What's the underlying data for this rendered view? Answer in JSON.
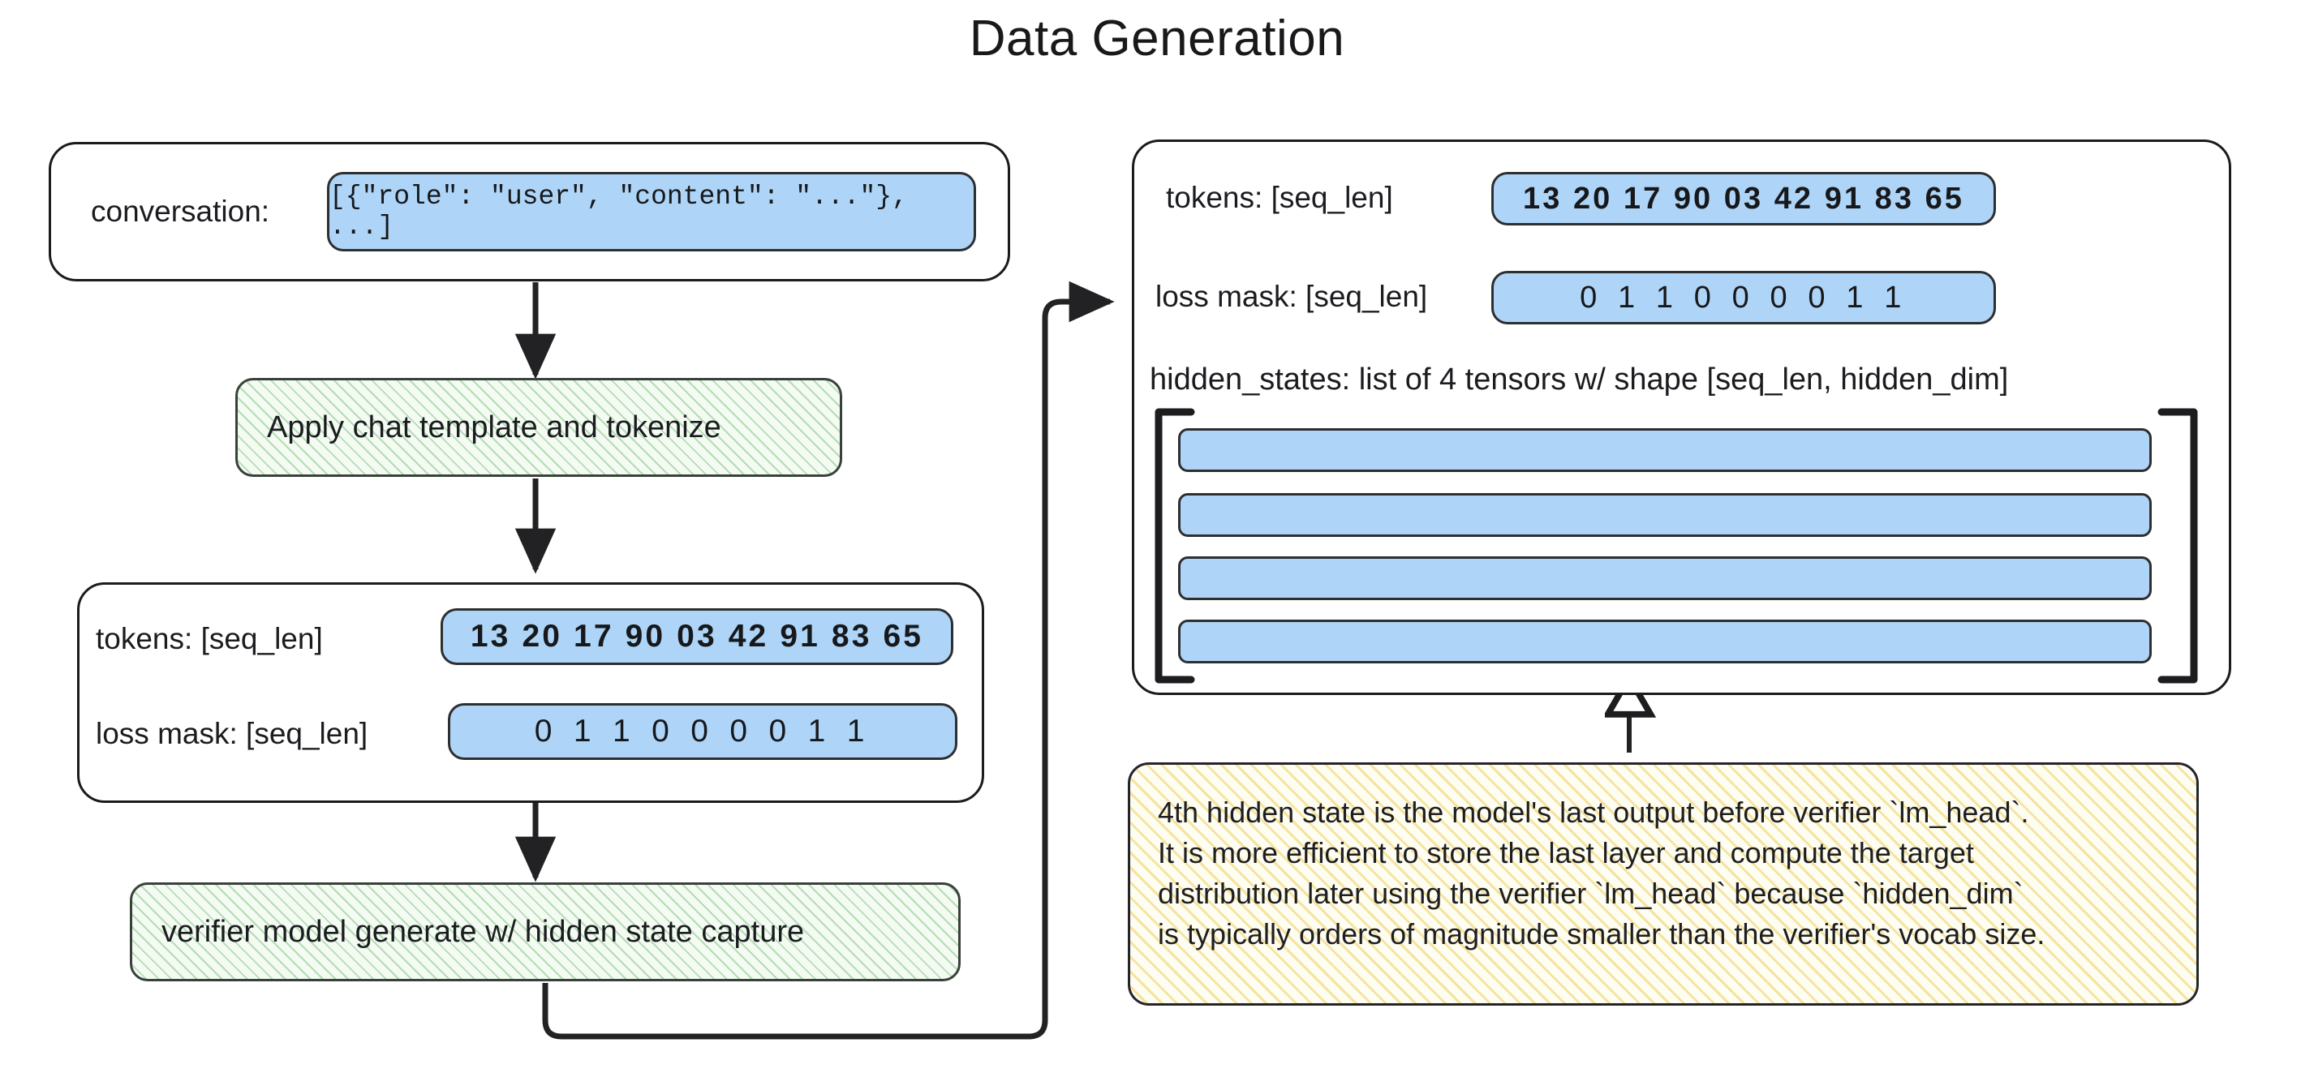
{
  "title": "Data Generation",
  "left_column": {
    "input_panel": {
      "label": "conversation:",
      "value": "[{\"role\": \"user\", \"content\": \"...\"}, ...]"
    },
    "process_1": {
      "label": "Apply chat template and tokenize"
    },
    "tokenized_panel": {
      "tokens_label": "tokens: [seq_len]",
      "tokens_value": "13 20 17 90 03 42 91 83 65",
      "loss_mask_label": "loss mask: [seq_len]",
      "loss_mask_value": "0  1  1  0  0  0  0  1  1"
    },
    "process_2": {
      "label": "verifier model generate w/ hidden state capture"
    }
  },
  "right_column": {
    "output_panel": {
      "tokens_label": "tokens: [seq_len]",
      "tokens_value": "13 20 17 90 03 42 91 83 65",
      "loss_mask_label": "loss mask: [seq_len]",
      "loss_mask_value": "0  1  1  0  0  0  0  1  1",
      "hidden_states_label": "hidden_states: list of 4 tensors w/ shape [seq_len, hidden_dim]",
      "tensor_count": 4,
      "bracket_open": "[",
      "bracket_close": "]"
    },
    "note": {
      "line1": "4th hidden state is the model's last output before verifier `lm_head`.",
      "line2": "It is more efficient to store the last layer and compute the target",
      "line3": "distribution later using the verifier `lm_head` because `hidden_dim`",
      "line4": "is typically orders of magnitude smaller than the verifier's vocab size."
    }
  },
  "colors": {
    "chip_fill": "#aed5f7",
    "chip_stroke": "#2e2e31",
    "process_fill": "#f4fbf3",
    "process_hatch": "#76bd76",
    "note_fill": "#fefdf2",
    "note_hatch": "#f0ce5c",
    "panel_stroke": "#1b1b1d",
    "text": "#1b1c1f"
  }
}
